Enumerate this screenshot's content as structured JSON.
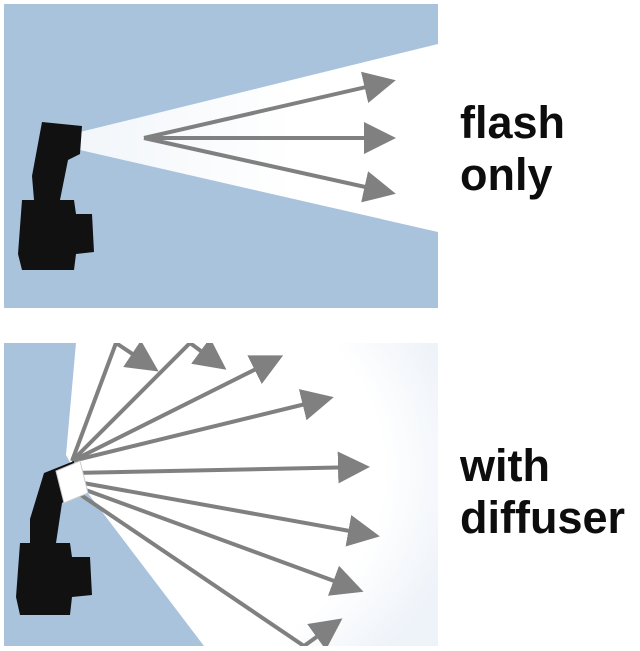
{
  "colors": {
    "background": "#a9c3dd",
    "light": "#ffffff",
    "arrow": "#808080",
    "camera": "#111111",
    "diffuser": "#ffffff",
    "text": "#0d0d0d"
  },
  "panels": [
    {
      "id": "flash-only",
      "caption_line1": "flash",
      "caption_line2": "only"
    },
    {
      "id": "with-diffuser",
      "caption_line1": "with",
      "caption_line2": "diffuser"
    }
  ],
  "icons": [
    "camera-silhouette-icon",
    "flash-head-icon",
    "diffuser-icon",
    "arrow-icon"
  ]
}
